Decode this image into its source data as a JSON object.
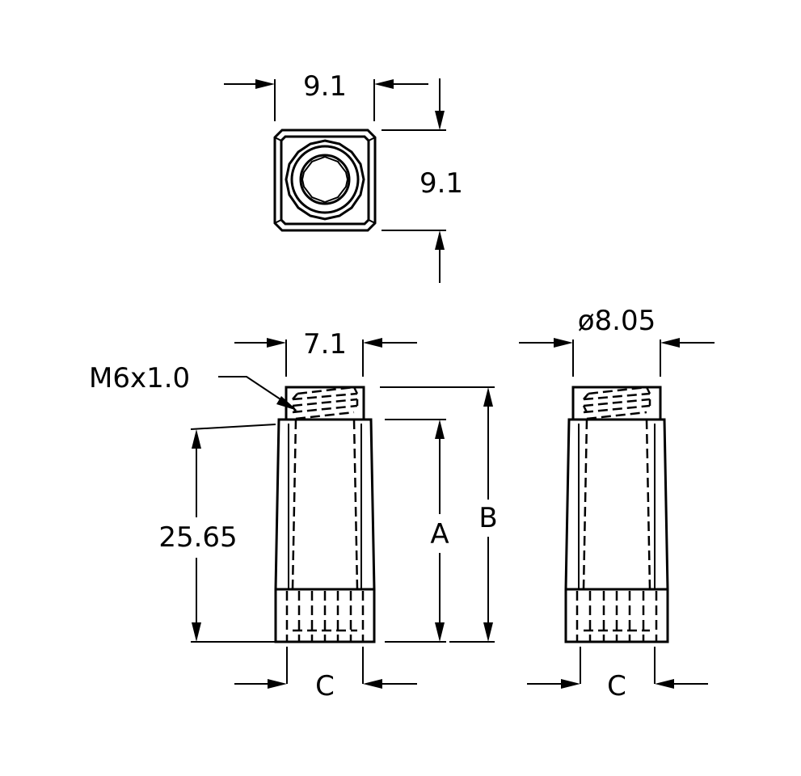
{
  "labels": {
    "top_width": "9.1",
    "top_height": "9.1",
    "body_width": "7.1",
    "thread": "M6x1.0",
    "length": "25.65",
    "dim_a": "A",
    "dim_b": "B",
    "dim_c_left": "C",
    "diameter": "ø8.05",
    "dim_c_right": "C"
  }
}
